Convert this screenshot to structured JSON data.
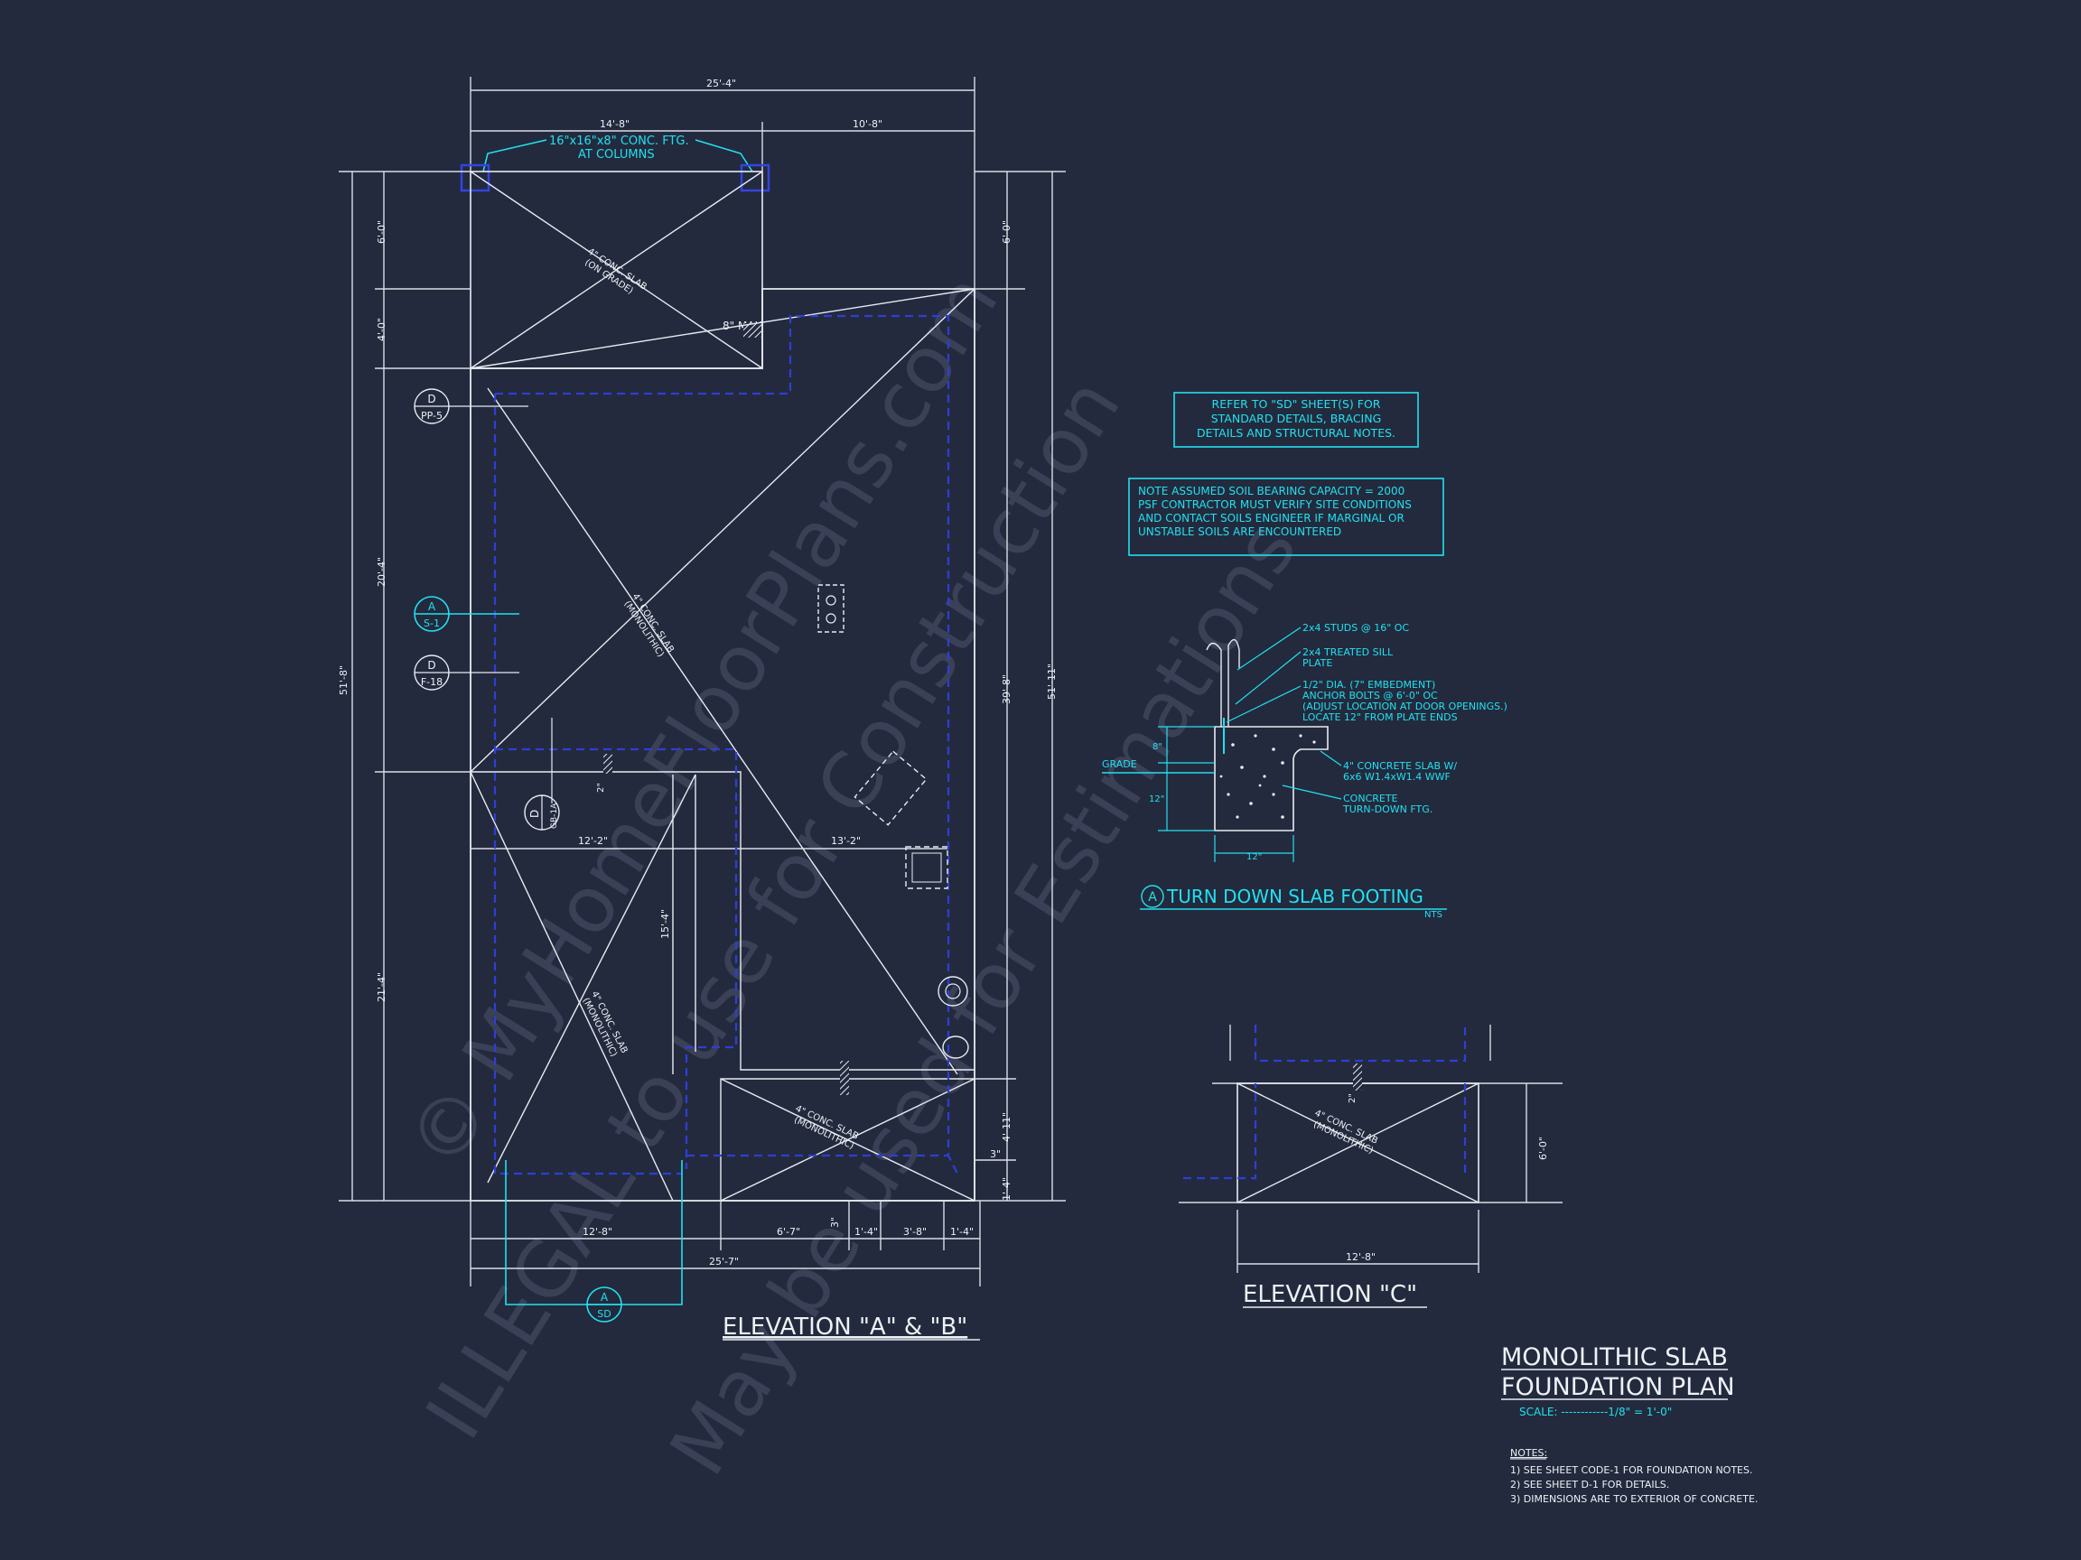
{
  "watermark": {
    "line1": "© MyHomeFloorPlans.com",
    "line2": "ILLEGAL to use for Construction",
    "line3": "May be used for Estimations"
  },
  "plan": {
    "overall_width_top": "25'-4\"",
    "width_left_top": "14'-8\"",
    "width_right_top": "10'-8\"",
    "footing_callout_1": "16\"x16\"x8\" CONC. FTG.",
    "footing_callout_2": "AT COLUMNS",
    "dim_left_6": "6'-0\"",
    "dim_left_4": "4'-0\"",
    "dim_left_20": "20'-4\"",
    "dim_left_21": "21'-4\"",
    "dim_left_overall": "51'-8\"",
    "dim_right_6": "6'-0\"",
    "dim_right_39": "39'-8\"",
    "dim_right_overall": "51'-11\"",
    "dim_right_4_11": "4'-11\"",
    "dim_right_1_4": "1'-4\"",
    "dim_3": "3\"",
    "slab_porch_1": "4\" CONC. SLAB",
    "slab_porch_2": "(ON GRADE)",
    "slab_mono_1": "4\" CONC. SLAB",
    "slab_mono_2": "(MONOLITHIC)",
    "max_drop": "8\" MAX",
    "drop_2": "2\"",
    "dim_12_2": "12'-2\"",
    "dim_13_2": "13'-2\"",
    "dim_15_4": "15'-4\"",
    "dim_bottom_12_8": "12'-8\"",
    "dim_bottom_6_7": "6'-7\"",
    "dim_bottom_1_4a": "1'-4\"",
    "dim_bottom_3_8": "3'-8\"",
    "dim_bottom_1_4b": "1'-4\"",
    "dim_bottom_overall": "25'-7\"",
    "tag_d_pp_top": "D",
    "tag_d_pp_bot": "PP-5",
    "tag_a_s_top": "A",
    "tag_a_s_bot": "S-1",
    "tag_d_f_top": "D",
    "tag_d_f_bot": "F-18",
    "tag_d_gb_top": "D",
    "tag_d_gb_bot": "GB-1A",
    "tag_a_sd_top": "A",
    "tag_a_sd_bot": "SD",
    "title": "ELEVATION \"A\" & \"B\""
  },
  "notes_box1": [
    "REFER TO \"SD\" SHEET(S) FOR",
    "STANDARD DETAILS, BRACING",
    "DETAILS AND STRUCTURAL NOTES."
  ],
  "notes_box2": [
    "NOTE ASSUMED SOIL BEARING CAPACITY = 2000",
    "PSF CONTRACTOR MUST VERIFY SITE CONDITIONS",
    "AND CONTACT SOILS ENGINEER IF MARGINAL OR",
    "UNSTABLE SOILS ARE ENCOUNTERED"
  ],
  "detail": {
    "studs": "2x4 STUDS @ 16\" OC",
    "sill_1": "2x4 TREATED SILL",
    "sill_2": "PLATE",
    "anchor_1": "1/2\" DIA. (7\" EMBEDMENT)",
    "anchor_2": "ANCHOR BOLTS @ 6'-0\" OC",
    "anchor_3": "(ADJUST LOCATION AT DOOR OPENINGS.)",
    "anchor_4": "LOCATE 12\" FROM PLATE ENDS",
    "slab_1": "4\" CONCRETE SLAB W/",
    "slab_2": "6x6 W1.4xW1.4 WWF",
    "ftg_1": "CONCRETE",
    "ftg_2": "TURN-DOWN FTG.",
    "grade": "GRADE",
    "dim_8": "8\"",
    "dim_12v": "12\"",
    "dim_12h": "12\"",
    "tag": "A",
    "title": "TURN DOWN SLAB FOOTING",
    "scale": "NTS"
  },
  "elev_c": {
    "slab_1": "4\" CONC. SLAB",
    "slab_2": "(MONOLITHIC)",
    "drop": "2\"",
    "dim_h": "6'-0\"",
    "dim_w": "12'-8\"",
    "title": "ELEVATION \"C\""
  },
  "title_block": {
    "line1": "MONOLITHIC SLAB",
    "line2": "FOUNDATION PLAN",
    "scale": "SCALE: ------------1/8\" = 1'-0\""
  },
  "notes": {
    "heading": "NOTES:",
    "items": [
      "1) SEE SHEET CODE-1 FOR FOUNDATION NOTES.",
      "2) SEE SHEET D-1 FOR DETAILS.",
      "3) DIMENSIONS ARE TO EXTERIOR OF CONCRETE."
    ]
  }
}
